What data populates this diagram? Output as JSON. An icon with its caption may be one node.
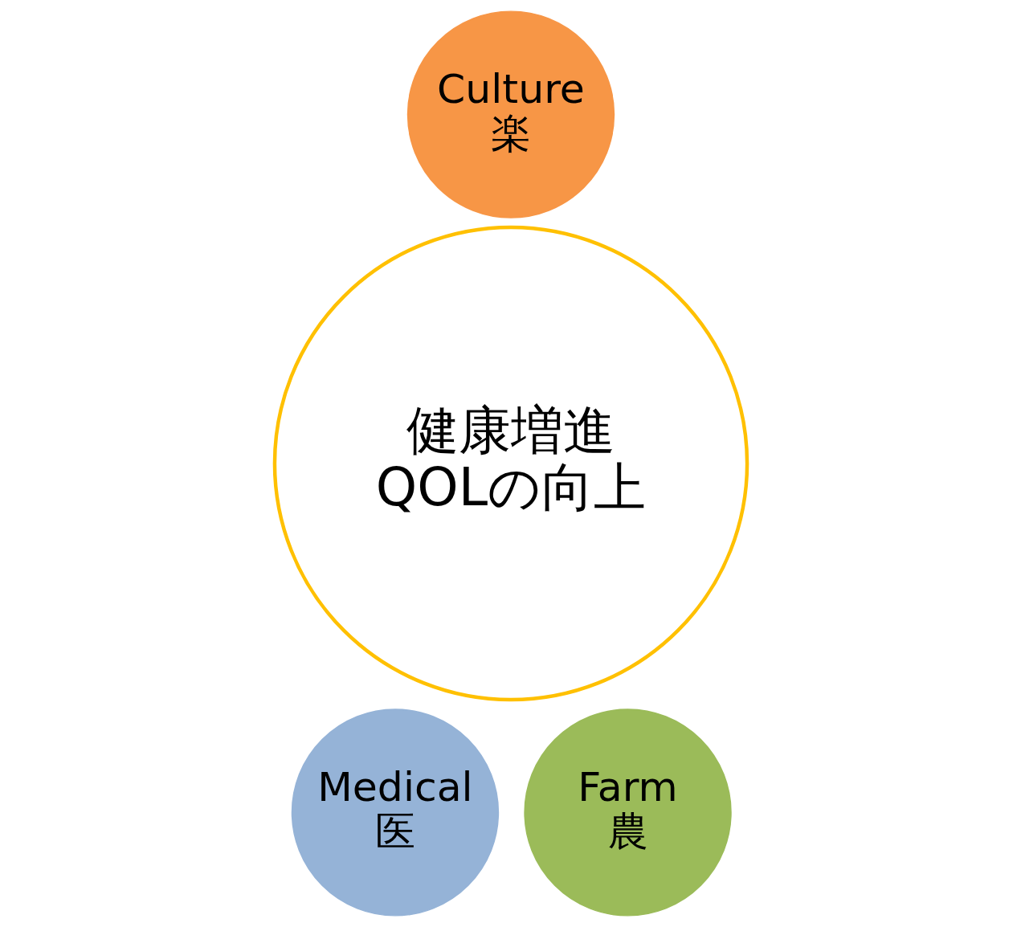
{
  "diagram": {
    "nodes": [
      {
        "text": [
          "Culture",
          "楽"
        ]
      },
      {
        "text": [
          "健康増進",
          "QOLの向上"
        ]
      },
      {
        "text": [
          "Medical",
          "医"
        ]
      },
      {
        "text": [
          "Farm",
          "農"
        ]
      }
    ]
  }
}
